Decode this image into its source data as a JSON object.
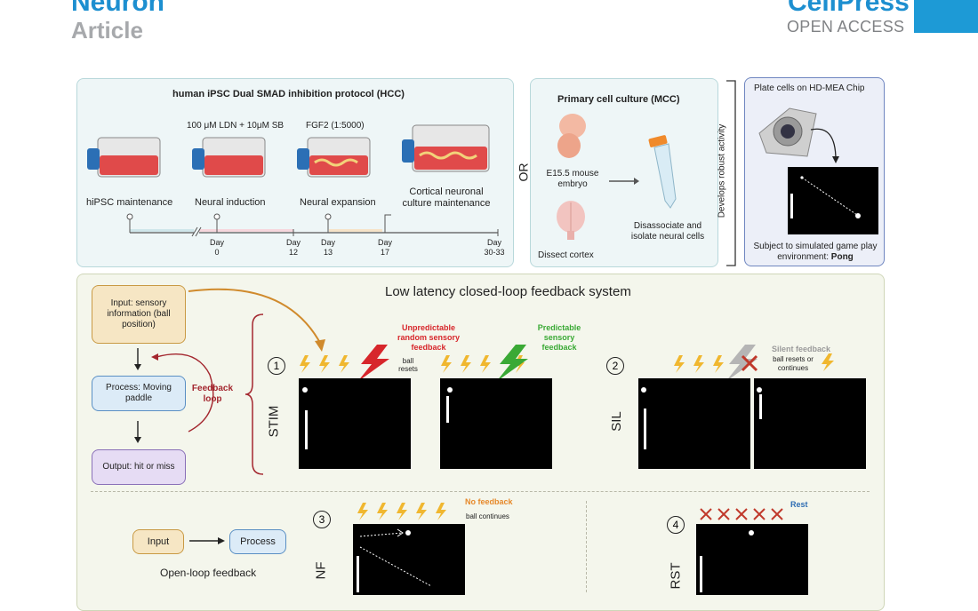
{
  "header": {
    "journal": "Neuron",
    "type": "Article",
    "publisher": "CellPress",
    "access": "OPEN ACCESS"
  },
  "hcc": {
    "title": "human iPSC Dual SMAD inhibition protocol (HCC)",
    "reagent1": "100 μM LDN + 10μM SB",
    "reagent2": "FGF2 (1:5000)",
    "stage1": "hiPSC maintenance",
    "stage2": "Neural induction",
    "stage3": "Neural expansion",
    "stage4": "Cortical neuronal culture maintenance",
    "days": [
      {
        "label": "Day",
        "value": "0"
      },
      {
        "label": "Day",
        "value": "12"
      },
      {
        "label": "Day",
        "value": "13"
      },
      {
        "label": "Day",
        "value": "17"
      },
      {
        "label": "Day",
        "value": "30-33"
      }
    ]
  },
  "or_label": "OR",
  "mcc": {
    "title": "Primary cell culture (MCC)",
    "embryo": "E15.5 mouse embryo",
    "cortex": "Dissect cortex",
    "dissociate": "Disassociate and isolate neural cells"
  },
  "develops": "Develops robust activity",
  "mea": {
    "title": "Plate cells on HD-MEA Chip",
    "caption": "Subject to simulated game play environment:",
    "game": "Pong"
  },
  "feedback": {
    "title": "Low latency closed-loop feedback system",
    "input": "Input: sensory information (ball position)",
    "process": "Process: Moving paddle",
    "output": "Output: hit or miss",
    "loop": "Feedback loop",
    "open_input": "Input",
    "open_process": "Process",
    "open_label": "Open-loop feedback"
  },
  "conditions": {
    "stim": {
      "num": "1",
      "label": "STIM",
      "unpred": "Unpredictable random sensory feedback",
      "ball_resets": "ball resets",
      "pred": "Predictable sensory feedback"
    },
    "sil": {
      "num": "2",
      "label": "SIL",
      "silent": "Silent feedback",
      "note": "ball resets or continues"
    },
    "nf": {
      "num": "3",
      "label": "NF",
      "nofb": "No feedback",
      "note": "ball continues"
    },
    "rst": {
      "num": "4",
      "label": "RST",
      "rest": "Rest"
    }
  },
  "colors": {
    "accent": "#1d8fd0",
    "unpredictable": "#d7262b",
    "predictable": "#3aa935",
    "nofeedback": "#e6892b",
    "rest": "#2e6db3",
    "silent": "#9a9a9a"
  }
}
